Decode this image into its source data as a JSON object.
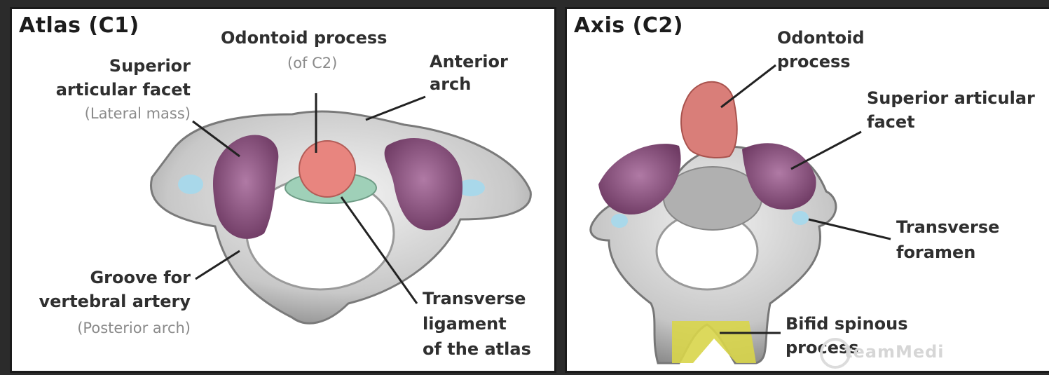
{
  "atlas": {
    "title": "Atlas (C1)",
    "labels": {
      "odontoid_process": "Odontoid process",
      "odontoid_note": "(of C2)",
      "superior_facet_line1": "Superior",
      "superior_facet_line2": "articular facet",
      "lateral_mass": "(Lateral mass)",
      "anterior_arch_line1": "Anterior",
      "anterior_arch_line2": "arch",
      "groove_line1": "Groove for",
      "groove_line2": "vertebral artery",
      "posterior_arch": "(Posterior arch)",
      "transverse_lig_line1": "Transverse",
      "transverse_lig_line2": "ligament",
      "transverse_lig_line3": "of the atlas"
    }
  },
  "axis": {
    "title": "Axis (C2)",
    "labels": {
      "odontoid_line1": "Odontoid",
      "odontoid_line2": "process",
      "superior_facet_line1": "Superior articular",
      "superior_facet_line2": "facet",
      "transverse_foramen_line1": "Transverse",
      "transverse_foramen_line2": "foramen",
      "bifid_line1": "Bifid spinous",
      "bifid_line2": "process"
    }
  },
  "watermark": "teamMedi",
  "colors": {
    "facet": "#8c4f7e",
    "odontoid": "#e8857f",
    "ligament": "#9fd0b8",
    "foramen": "#a9d8ea",
    "spinous": "#d8d54a",
    "bone": "#c9c9c9"
  }
}
